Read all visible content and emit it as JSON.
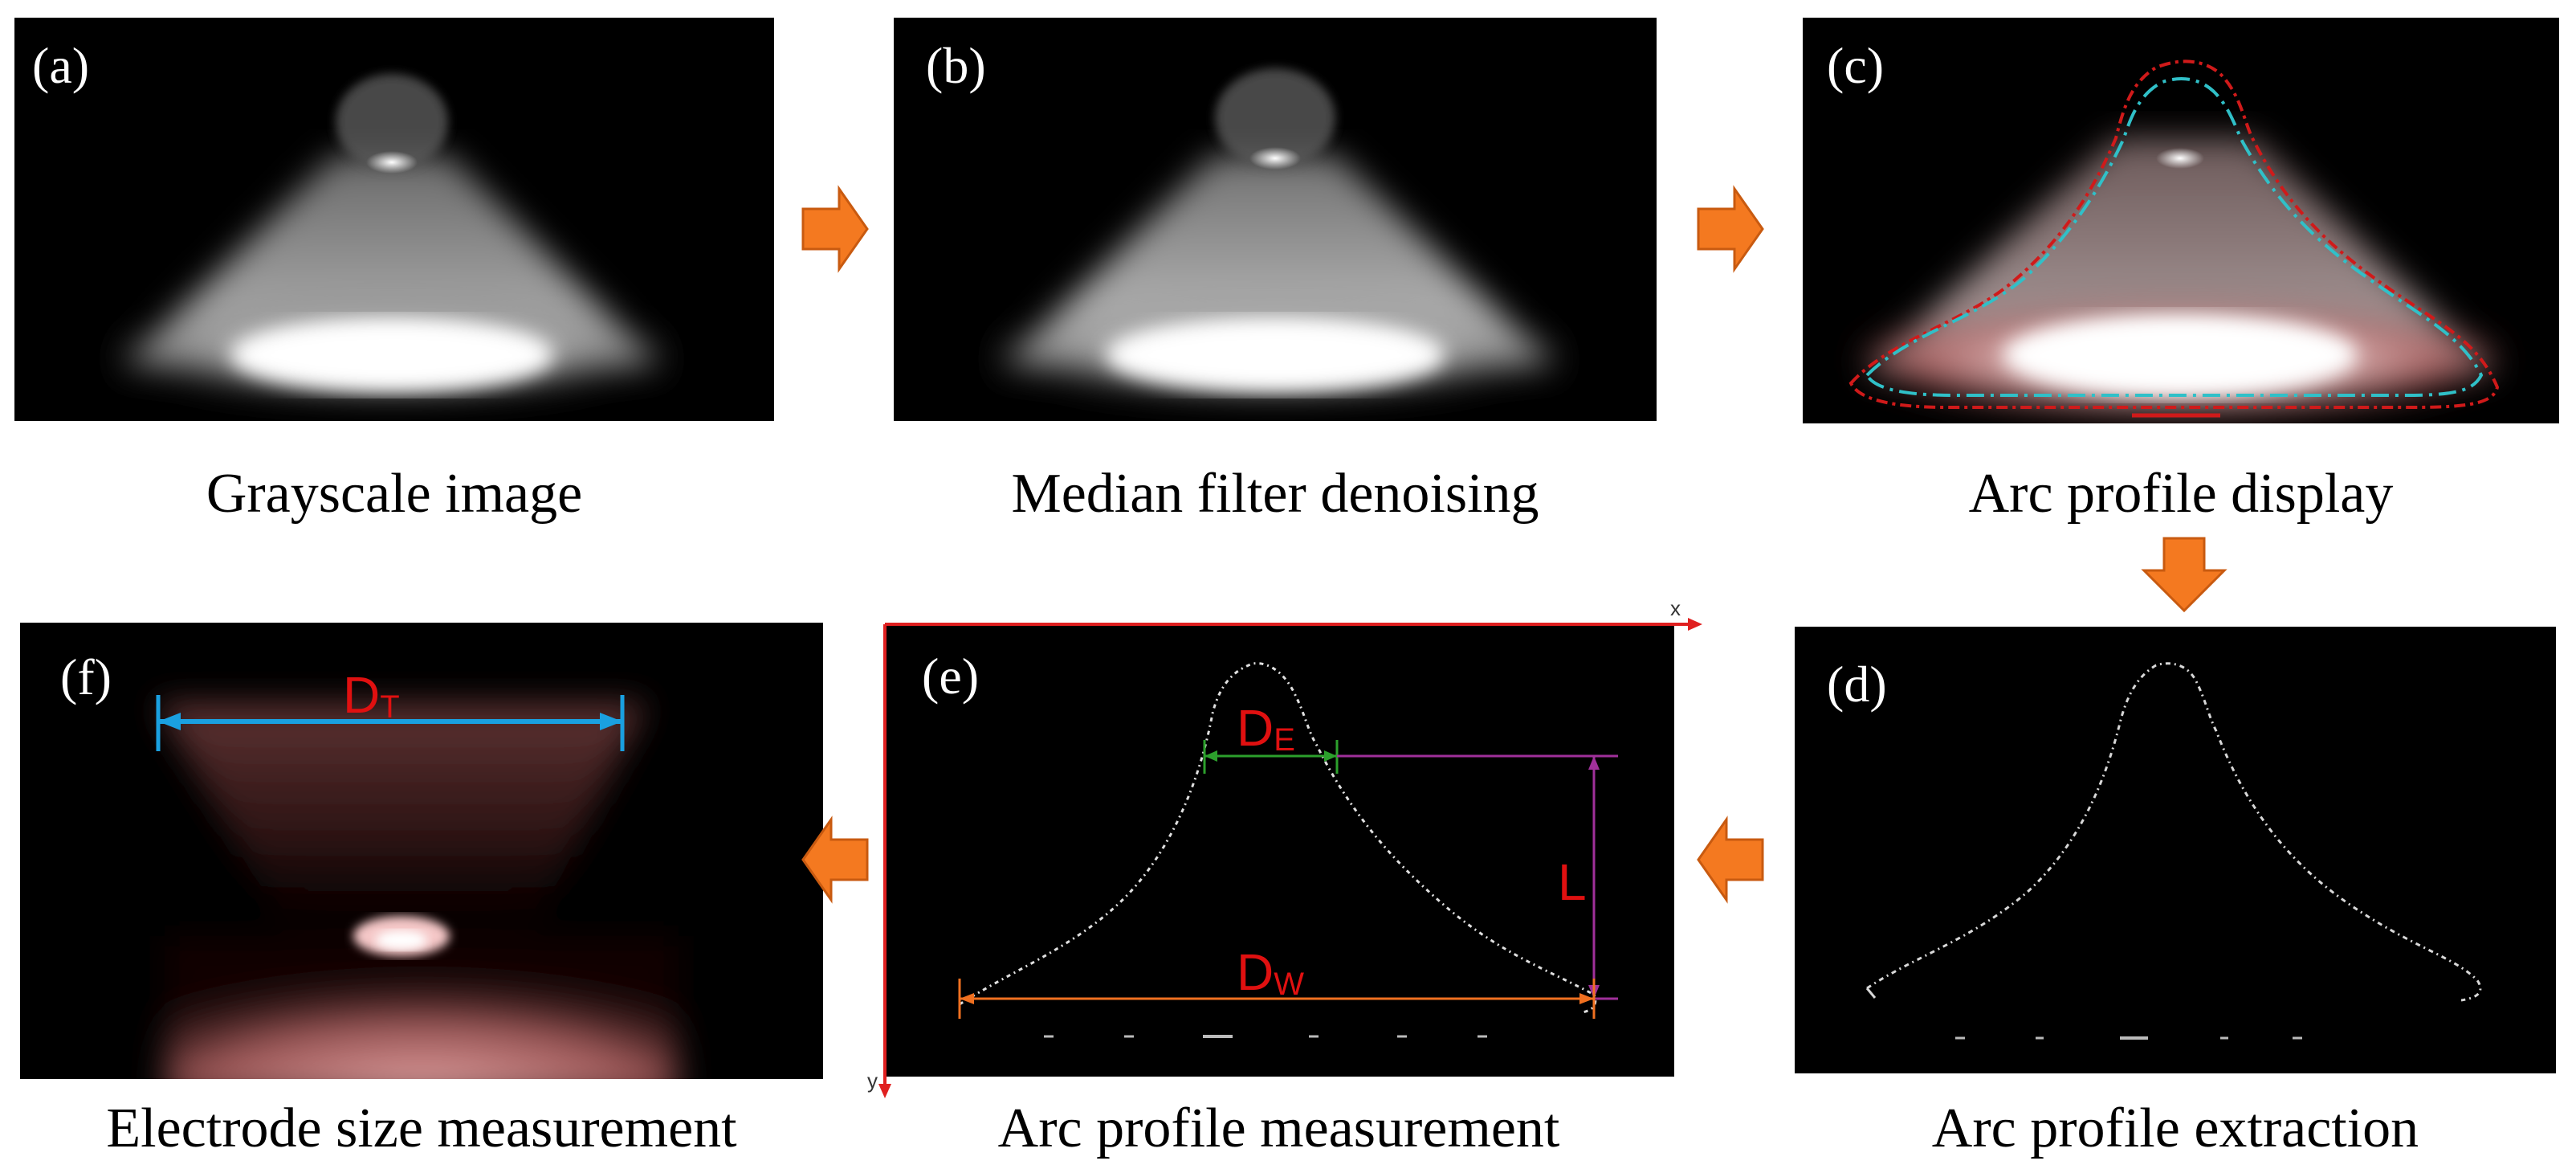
{
  "panels": {
    "a": {
      "label": "(a)",
      "caption": "Grayscale image"
    },
    "b": {
      "label": "(b)",
      "caption": "Median filter denoising"
    },
    "c": {
      "label": "(c)",
      "caption": "Arc profile display"
    },
    "d": {
      "label": "(d)",
      "caption": "Arc profile extraction"
    },
    "e": {
      "label": "(e)",
      "caption": "Arc profile measurement"
    },
    "f": {
      "label": "(f)",
      "caption": "Electrode size measurement"
    }
  },
  "measurements": {
    "dt": {
      "main": "D",
      "sub": "T"
    },
    "de": {
      "main": "D",
      "sub": "E"
    },
    "dw": {
      "main": "D",
      "sub": "W"
    },
    "l": "L"
  },
  "axes": {
    "x": "x",
    "y": "y"
  },
  "colors": {
    "arrow": "#f47920",
    "arrow_stroke": "#c85a10",
    "measure_text": "#e01010",
    "dt_line": "#1aa0e0",
    "de_line": "#2ca02c",
    "dw_line": "#f07020",
    "l_line": "#a0309a",
    "axis": "#e02020",
    "contour_red": "#d01a1a",
    "contour_cyan": "#30c0c8"
  },
  "icons": [
    "arrow-right-icon",
    "arrow-down-icon",
    "arrow-left-icon"
  ]
}
